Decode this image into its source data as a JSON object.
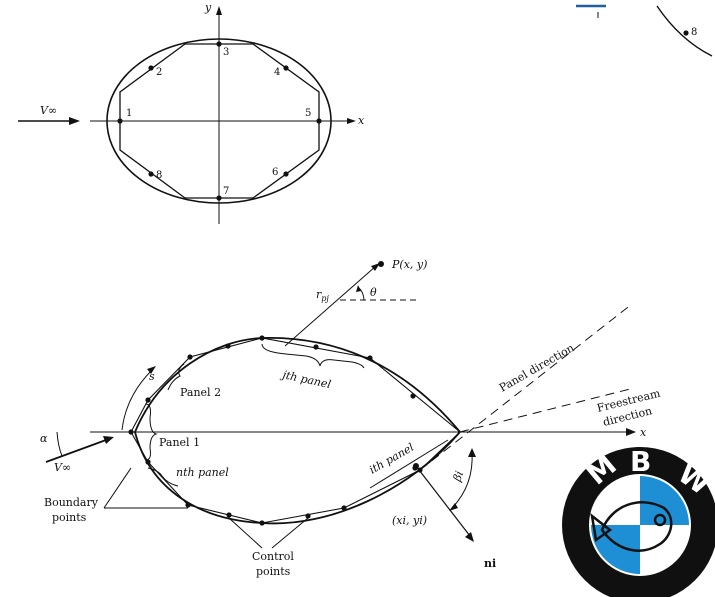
{
  "figure_top": {
    "axis_x": "x",
    "axis_y": "y",
    "freestream": "V∞",
    "points": [
      "1",
      "2",
      "3",
      "4",
      "5",
      "6",
      "7",
      "8"
    ],
    "corner_point": "8"
  },
  "figure_bottom": {
    "point_label": "P(x, y)",
    "r_label": "r",
    "r_sub": "pj",
    "theta": "θ",
    "jth_panel": "jth panel",
    "ith_panel": "ith panel",
    "panel_direction": "Panel direction",
    "freestream_line1": "Freestream",
    "freestream_line2": "direction",
    "axis_x": "x",
    "s_label": "s",
    "panel2": "Panel 2",
    "panel1": "Panel 1",
    "nth_panel": "nth panel",
    "alpha": "α",
    "freestream": "V∞",
    "boundary_line1": "Boundary",
    "boundary_line2": "points",
    "control_line1": "Control",
    "control_line2": "points",
    "xi_yi": "(xi, yi)",
    "beta": "βi",
    "normal": "ni"
  },
  "logo": {
    "letters": [
      "M",
      "B",
      "W"
    ],
    "colors": {
      "ring": "#101010",
      "blue": "#1e8fd4",
      "white": "#ffffff"
    }
  }
}
